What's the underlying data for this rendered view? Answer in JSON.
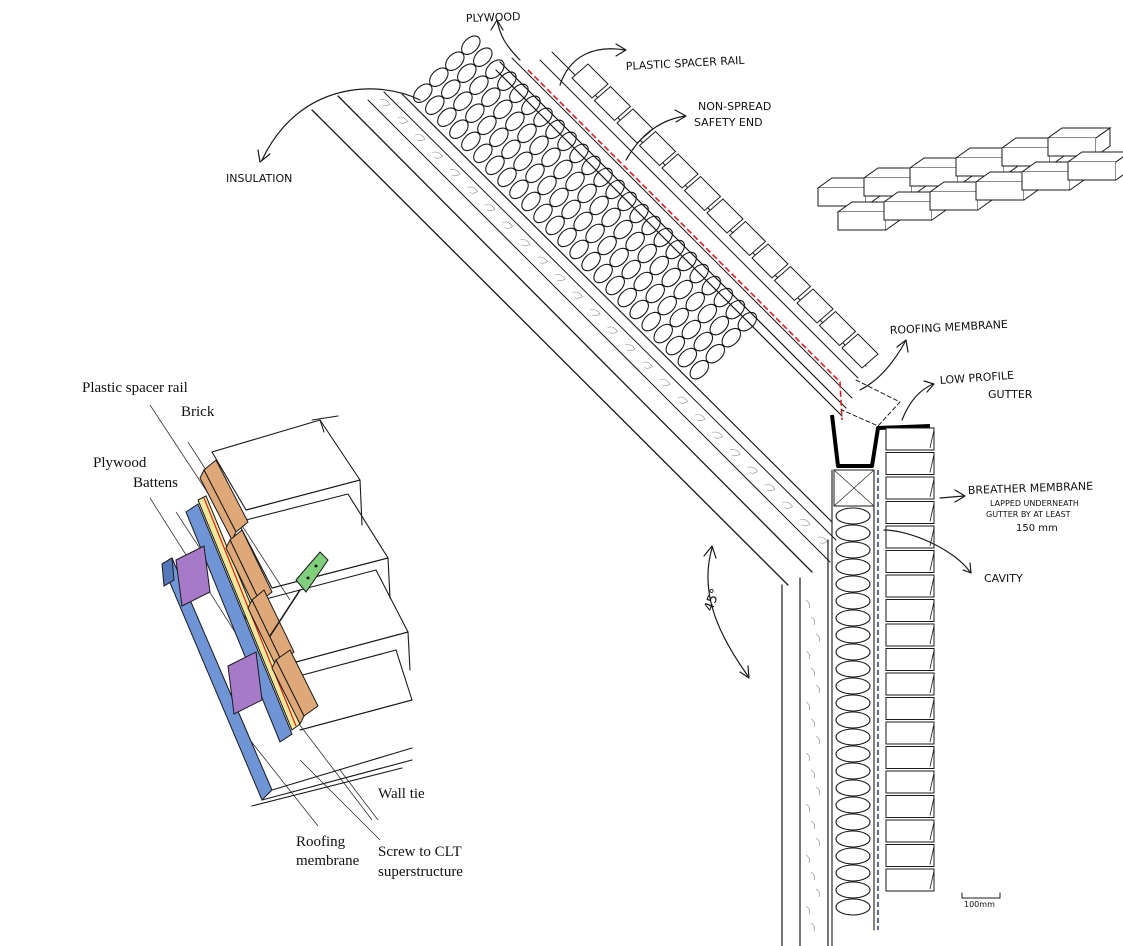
{
  "section_labels": {
    "plywood": "PLYWOOD",
    "plastic_spacer_rail": "PLASTIC SPACER RAIL",
    "non_spread_line1": "NON-SPREAD",
    "non_spread_line2": "SAFETY END",
    "insulation": "INSULATION",
    "roofing_membrane": "ROOFING MEMBRANE",
    "low_profile_line1": "LOW PROFILE",
    "low_profile_line2": "GUTTER",
    "breather_line1": "BREATHER MEMBRANE",
    "breather_line2": "LAPPED UNDERNEATH",
    "breather_line3": "GUTTER BY AT LEAST",
    "breather_line4": "150 mm",
    "cavity": "CAVITY",
    "angle": "45°",
    "scale": "100mm"
  },
  "axo_labels": {
    "plastic_spacer_rail": "Plastic spacer rail",
    "brick": "Brick",
    "plywood": "Plywood",
    "battens": "Battens",
    "wall_tie": "Wall tie",
    "roofing_line1": "Roofing",
    "roofing_line2": "membrane",
    "screw_line1": "Screw to CLT",
    "screw_line2": "superstructure"
  },
  "colors": {
    "brick_fill": "#dea878",
    "batten_fill": "#a779c9",
    "plywood_fill": "#6f95d6",
    "spacer_fill": "#f3e79a",
    "wall_tie_fill": "#7fcf7c",
    "membrane_red": "#d62020"
  }
}
